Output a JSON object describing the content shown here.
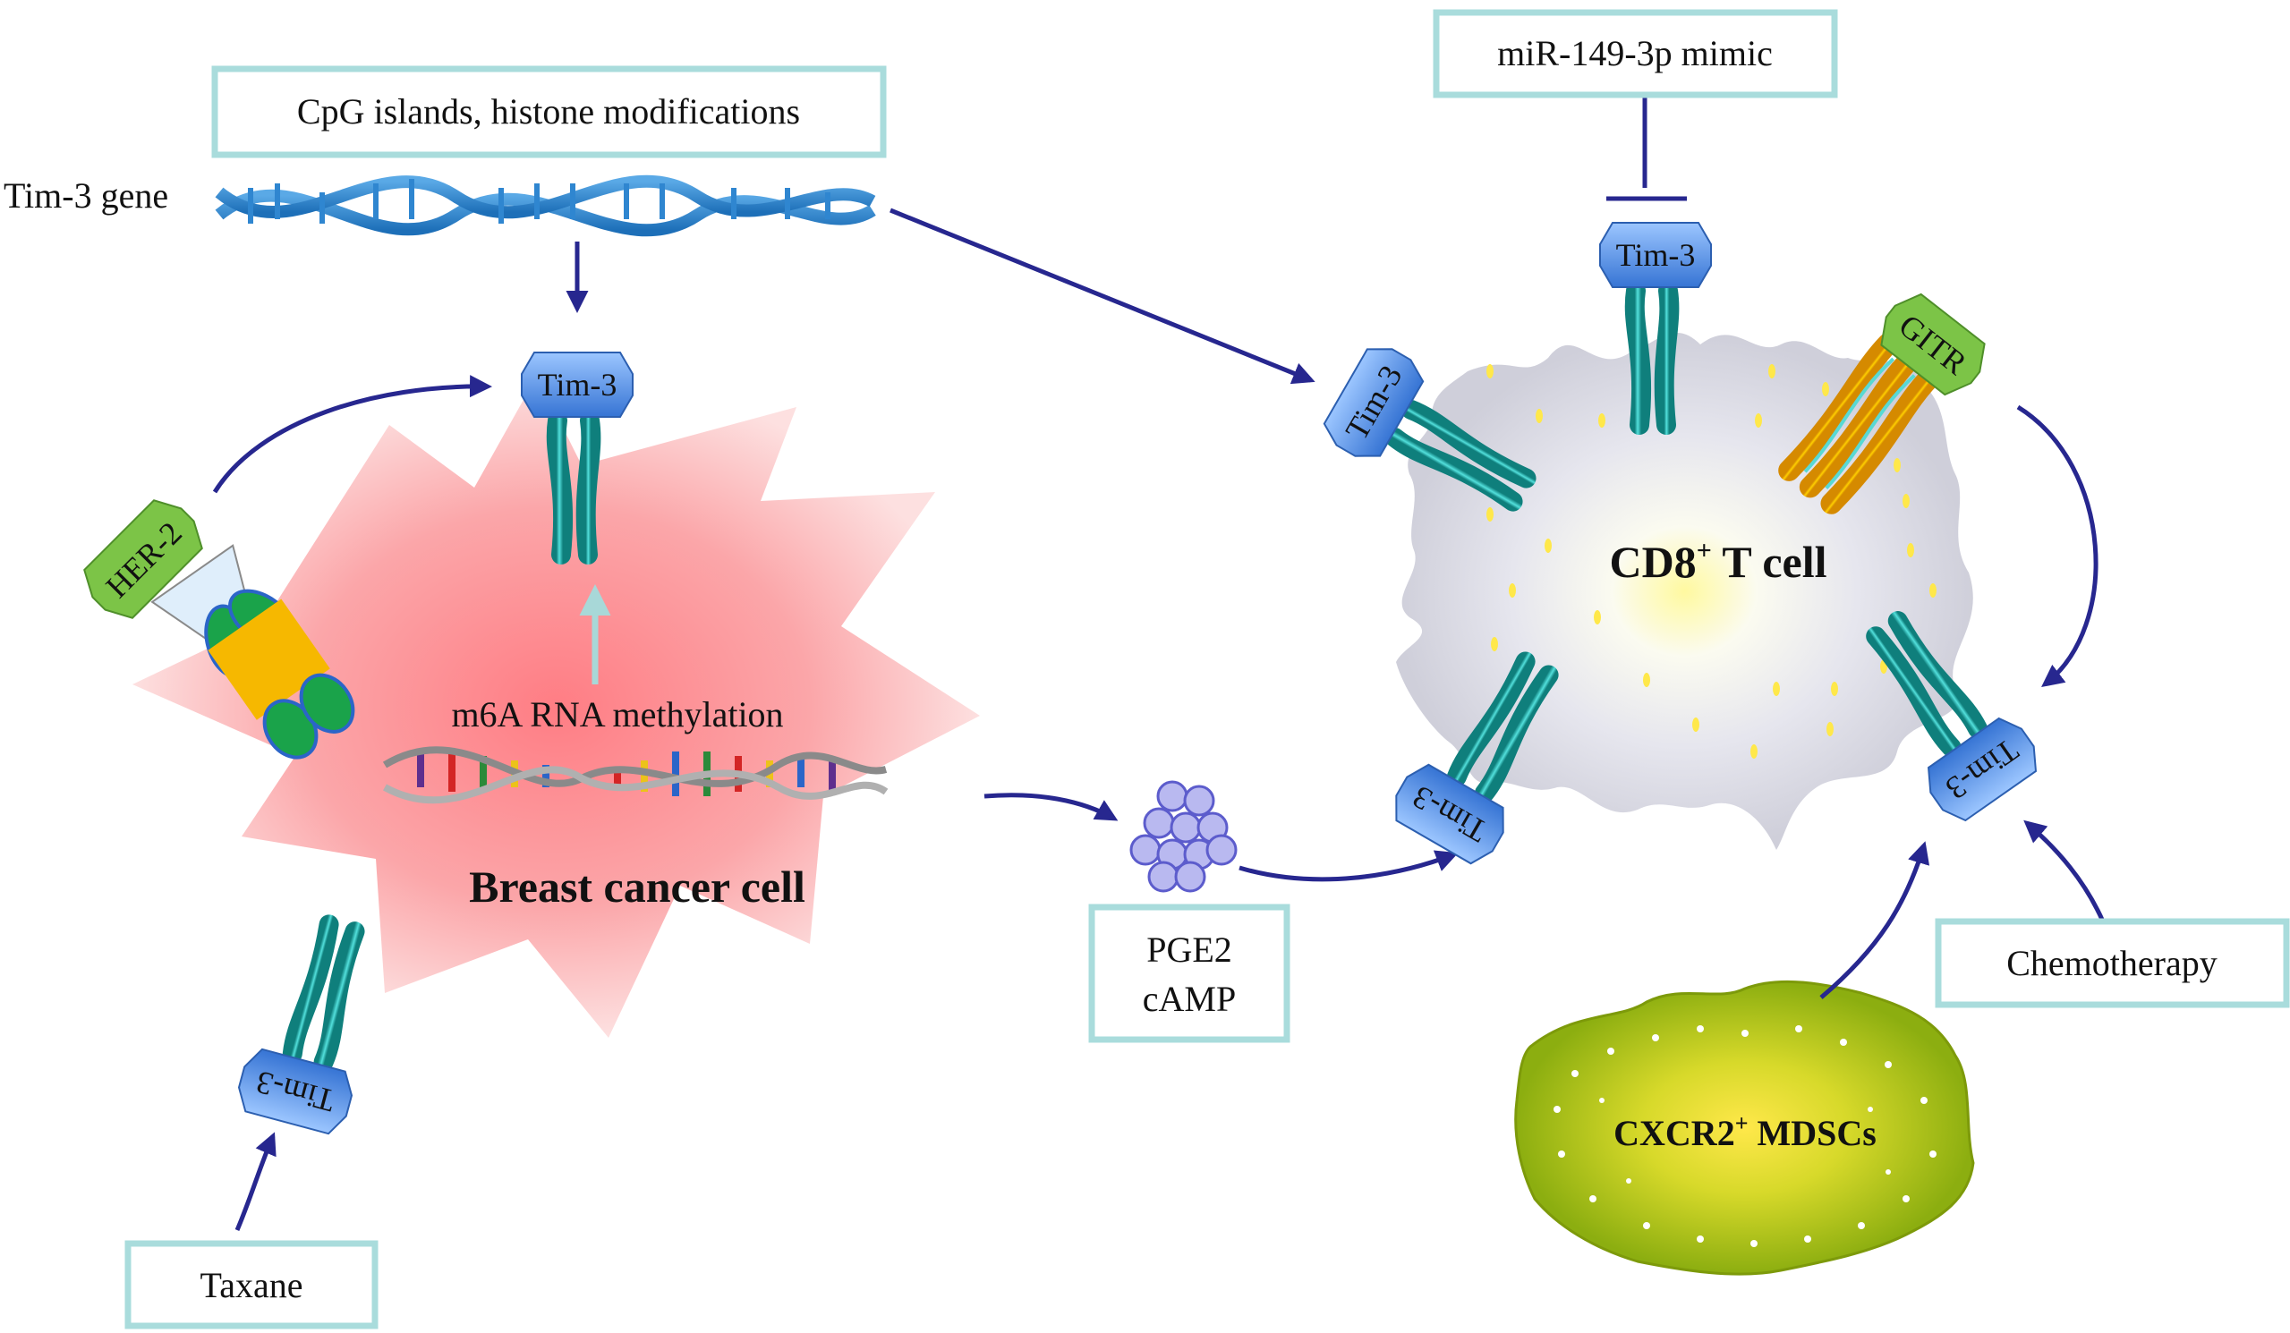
{
  "boxes": {
    "epigenetic": "CpG islands, histone modifications",
    "mir": "miR-149-3p mimic",
    "pge2_line1": "PGE2",
    "pge2_line2": "cAMP",
    "chemo": "Chemotherapy",
    "taxane": "Taxane"
  },
  "labels": {
    "tim3_gene": "Tim-3 gene",
    "m6a": "m6A RNA methylation",
    "breast": "Breast cancer cell",
    "cd8_prefix": "CD8",
    "cd8_sup": "+",
    "cd8_suffix": " T cell",
    "mdsc_prefix": "CXCR2",
    "mdsc_sup": "+",
    "mdsc_suffix": " MDSCs"
  },
  "receptors": {
    "tim3": "Tim-3",
    "her2": "HER-2",
    "gitr": "GITR"
  },
  "colors": {
    "arrow": "#27278f",
    "box_border": "#a9dcdc",
    "tim3_badge": "#3f7fd9",
    "tim3_stalk": "#2bb7b4",
    "her2_badge": "#7cc447",
    "gitr_stalk": "#f6b800",
    "breast_cell": "#f7a8aa",
    "tcell": "#dcdce6",
    "mdsc": "#a9c51c",
    "inhibit_light_arrow": "#a8d8d8"
  }
}
